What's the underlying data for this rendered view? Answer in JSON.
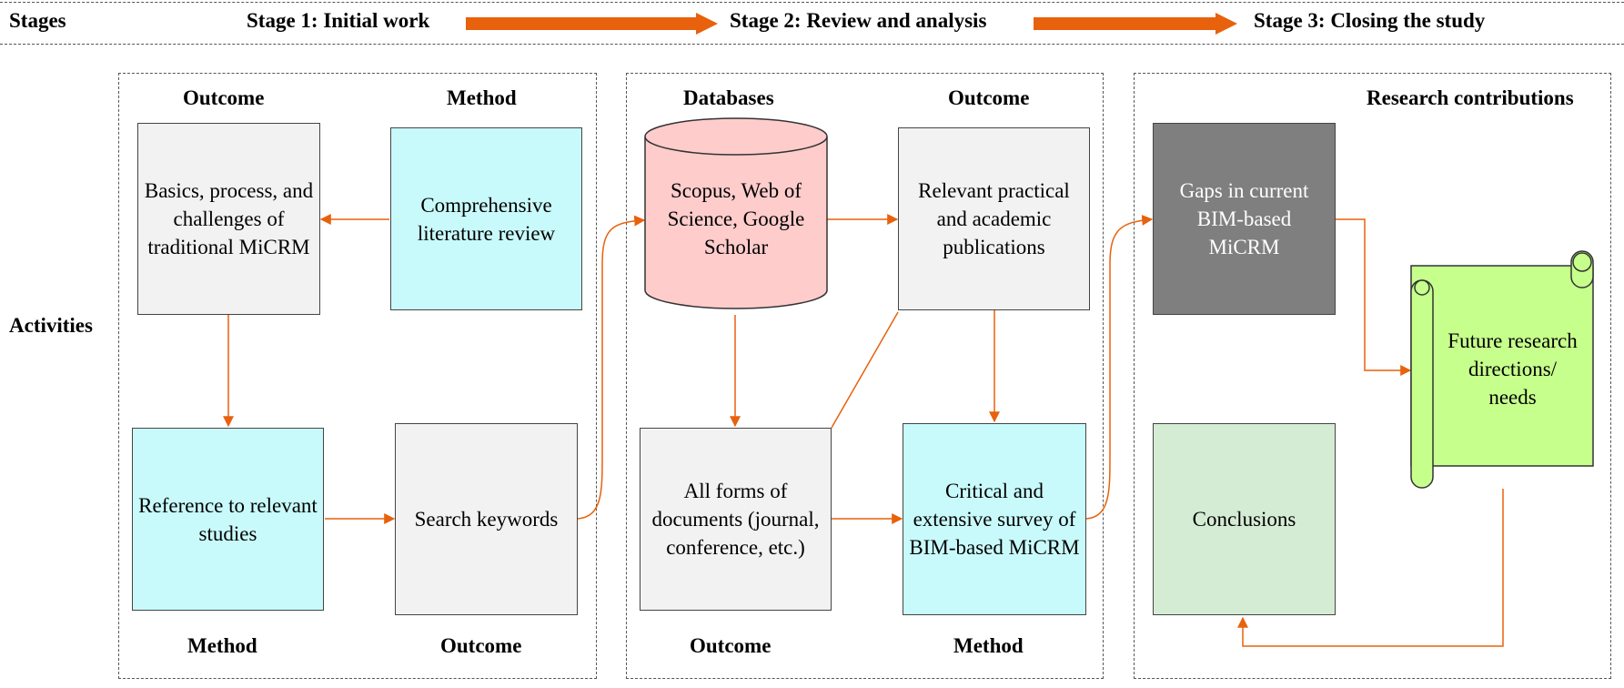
{
  "header": {
    "stages_label": "Stages",
    "stage1": "Stage 1: Initial work",
    "stage2": "Stage 2: Review and analysis",
    "stage3": "Stage 3: Closing the study"
  },
  "side": {
    "activities_label": "Activities"
  },
  "stage1": {
    "top_left_label": "Outcome",
    "top_right_label": "Method",
    "bottom_left_label": "Method",
    "bottom_right_label": "Outcome",
    "box_basics": "Basics, process, and challenges of traditional MiCRM",
    "box_review": "Comprehensive literature review",
    "box_reference": "Reference to relevant studies",
    "box_keywords": "Search keywords"
  },
  "stage2": {
    "top_left_label": "Databases",
    "top_right_label": "Outcome",
    "bottom_left_label": "Outcome",
    "bottom_right_label": "Method",
    "db_text": "Scopus, Web of Science, Google Scholar",
    "box_publications": "Relevant practical and academic publications",
    "box_documents": "All forms of documents (journal, conference, etc.)",
    "box_survey": "Critical and extensive survey of BIM-based MiCRM"
  },
  "stage3": {
    "top_label": "Research contributions",
    "box_gaps": "Gaps in current BIM-based MiCRM",
    "scroll_text": "Future research directions/ needs",
    "box_conclusions": "Conclusions"
  },
  "colors": {
    "arrow": "#e8610c",
    "grey_box": "#f2f2f2",
    "cyan_box": "#c9fafb",
    "database": "#ffcccc",
    "dark_box": "#7f7f7f",
    "green_box": "#d5ecd4",
    "scroll": "#c6ff8c"
  }
}
